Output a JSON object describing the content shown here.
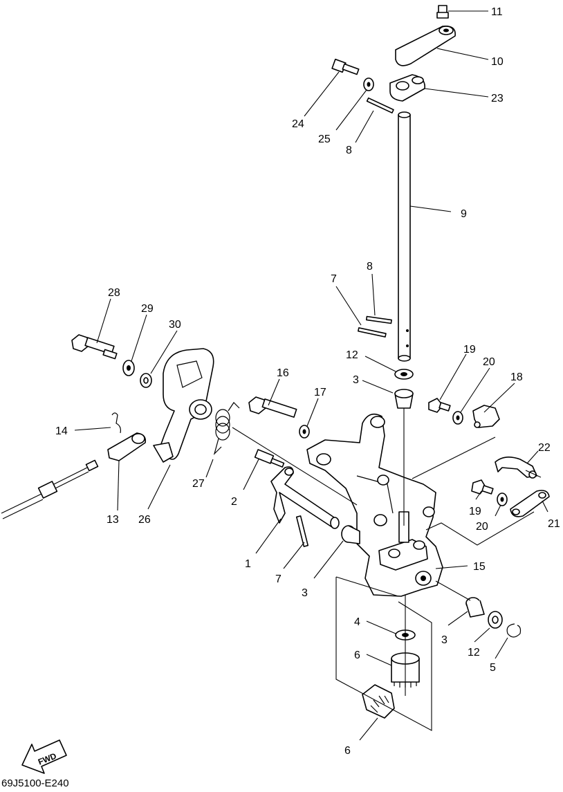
{
  "diagram": {
    "code": "69J5100-E240",
    "fwd_label": "FWD",
    "callouts": {
      "c1": "1",
      "c2": "2",
      "c3a": "3",
      "c3b": "3",
      "c3c": "3",
      "c4": "4",
      "c5": "5",
      "c6a": "6",
      "c6b": "6",
      "c7a": "7",
      "c7b": "7",
      "c8a": "8",
      "c8b": "8",
      "c9": "9",
      "c10": "10",
      "c11": "11",
      "c12a": "12",
      "c12b": "12",
      "c13": "13",
      "c14": "14",
      "c15": "15",
      "c16": "16",
      "c17": "17",
      "c18": "18",
      "c19a": "19",
      "c19b": "19",
      "c20a": "20",
      "c20b": "20",
      "c21": "21",
      "c22": "22",
      "c23": "23",
      "c24": "24",
      "c25": "25",
      "c26": "26",
      "c27": "27",
      "c28": "28",
      "c29": "29",
      "c30": "30"
    }
  }
}
